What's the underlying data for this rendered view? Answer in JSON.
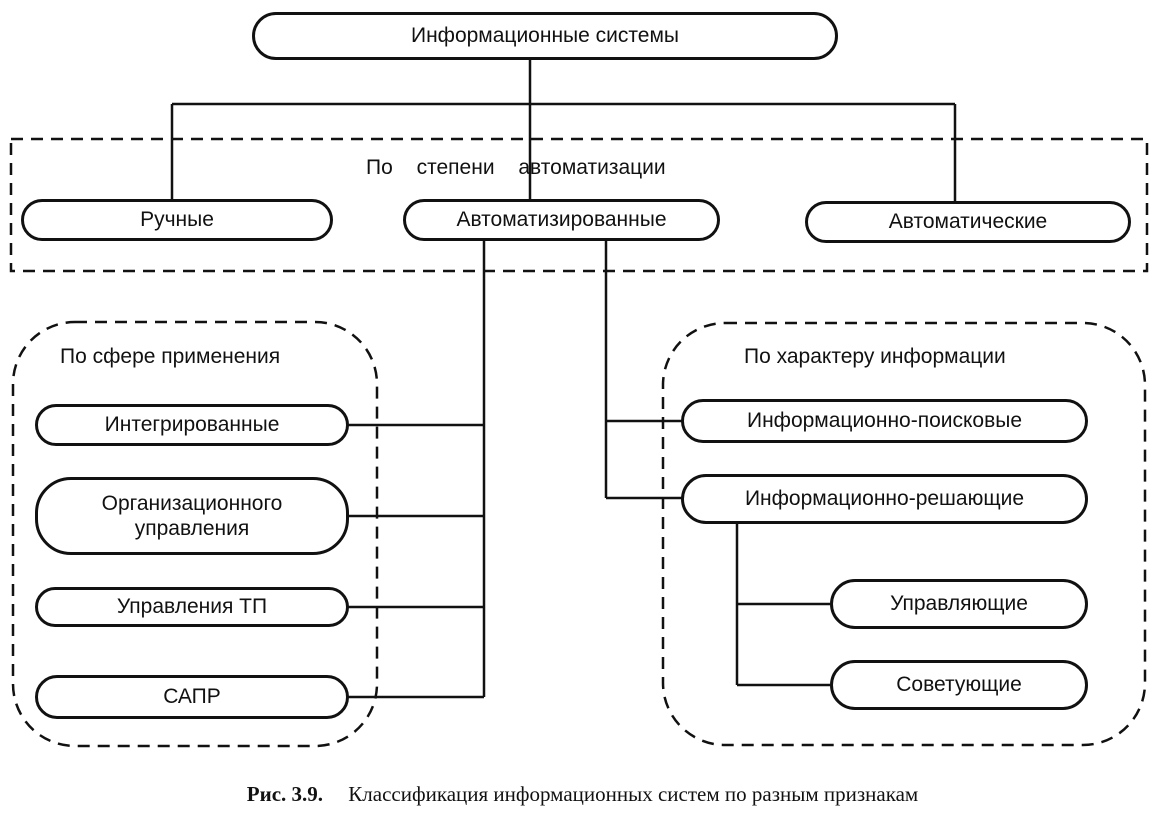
{
  "root": "Информационные системы",
  "groups": {
    "automation": {
      "label": "По степени автоматизации",
      "items": [
        "Ручные",
        "Автоматизированные",
        "Автоматические"
      ]
    },
    "scope": {
      "label": "По сфере применения",
      "items": [
        "Интегрированные",
        "Организационного управления",
        "Управления ТП",
        "САПР"
      ]
    },
    "info_type": {
      "label": "По характеру информации",
      "items": [
        "Информационно-поисковые",
        "Информационно-решающие"
      ],
      "sub_items": [
        "Управляющие",
        "Советующие"
      ]
    }
  },
  "caption": {
    "figure": "Рис. 3.9.",
    "text": "Классификация информационных систем по разным признакам"
  }
}
